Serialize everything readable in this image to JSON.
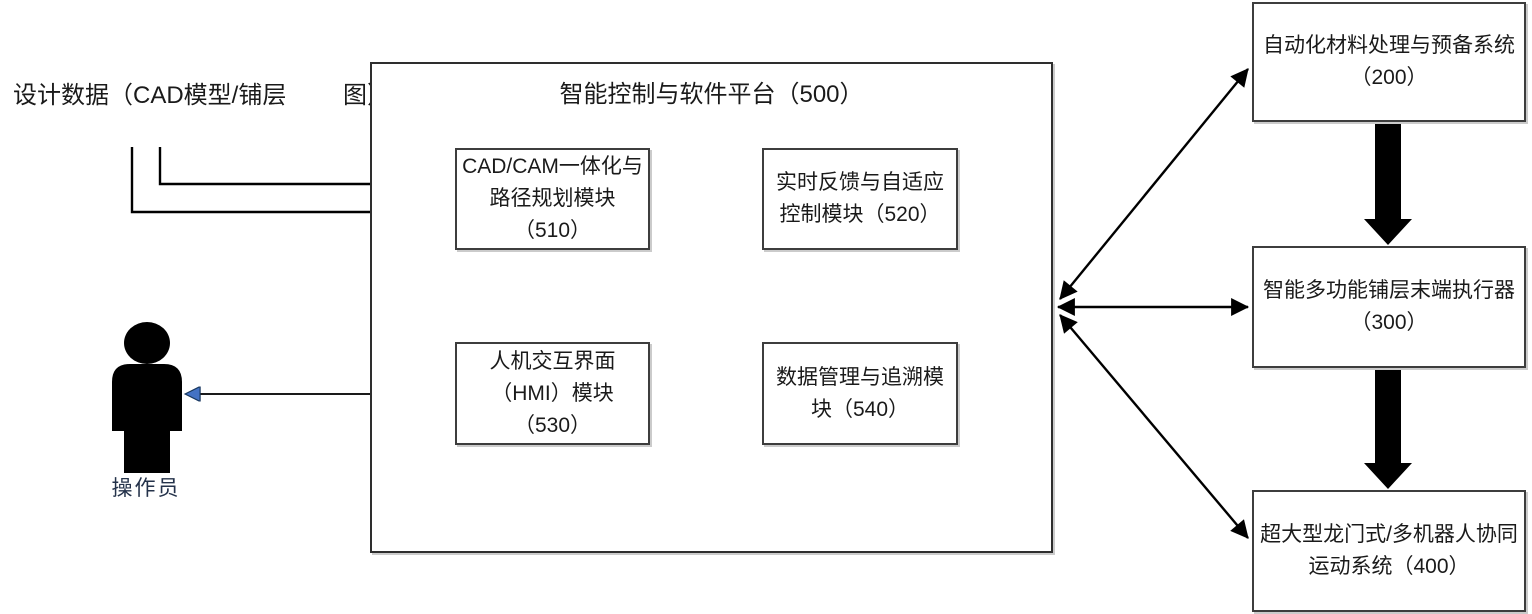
{
  "design_data_label": {
    "line1": "设计数据（CAD模型/铺层",
    "line2": "图）"
  },
  "operator": {
    "label": "操作员"
  },
  "platform": {
    "title": "智能控制与软件平台（500）",
    "modules": {
      "m510": {
        "lines": [
          "CAD/CAM一体化与",
          "路径规划模块",
          "（510）"
        ]
      },
      "m520": {
        "lines": [
          "实时反馈与自适应",
          "控制模块（520）"
        ]
      },
      "m530": {
        "lines": [
          "人机交互界面",
          "（HMI）模块",
          "（530）"
        ]
      },
      "m540": {
        "lines": [
          "数据管理与追溯模",
          "块（540）"
        ]
      }
    }
  },
  "systems": {
    "s200": {
      "lines": [
        "自动化材料处理与预备系统",
        "（200）"
      ]
    },
    "s300": {
      "lines": [
        "智能多功能铺层末端执行器",
        "（300）"
      ]
    },
    "s400": {
      "lines": [
        "超大型龙门式/多机器人协同",
        "运动系统（400）"
      ]
    }
  },
  "icons": {
    "operator": "person-silhouette-icon",
    "design_input": "hollow-block-arrow-icon"
  },
  "colors": {
    "line": "#000000",
    "thick_arrow": "#000000",
    "blue_arrowhead": "#4472C4",
    "box_border": "#3d3d3d",
    "text": "#1a1a1a",
    "background": "#ffffff"
  }
}
